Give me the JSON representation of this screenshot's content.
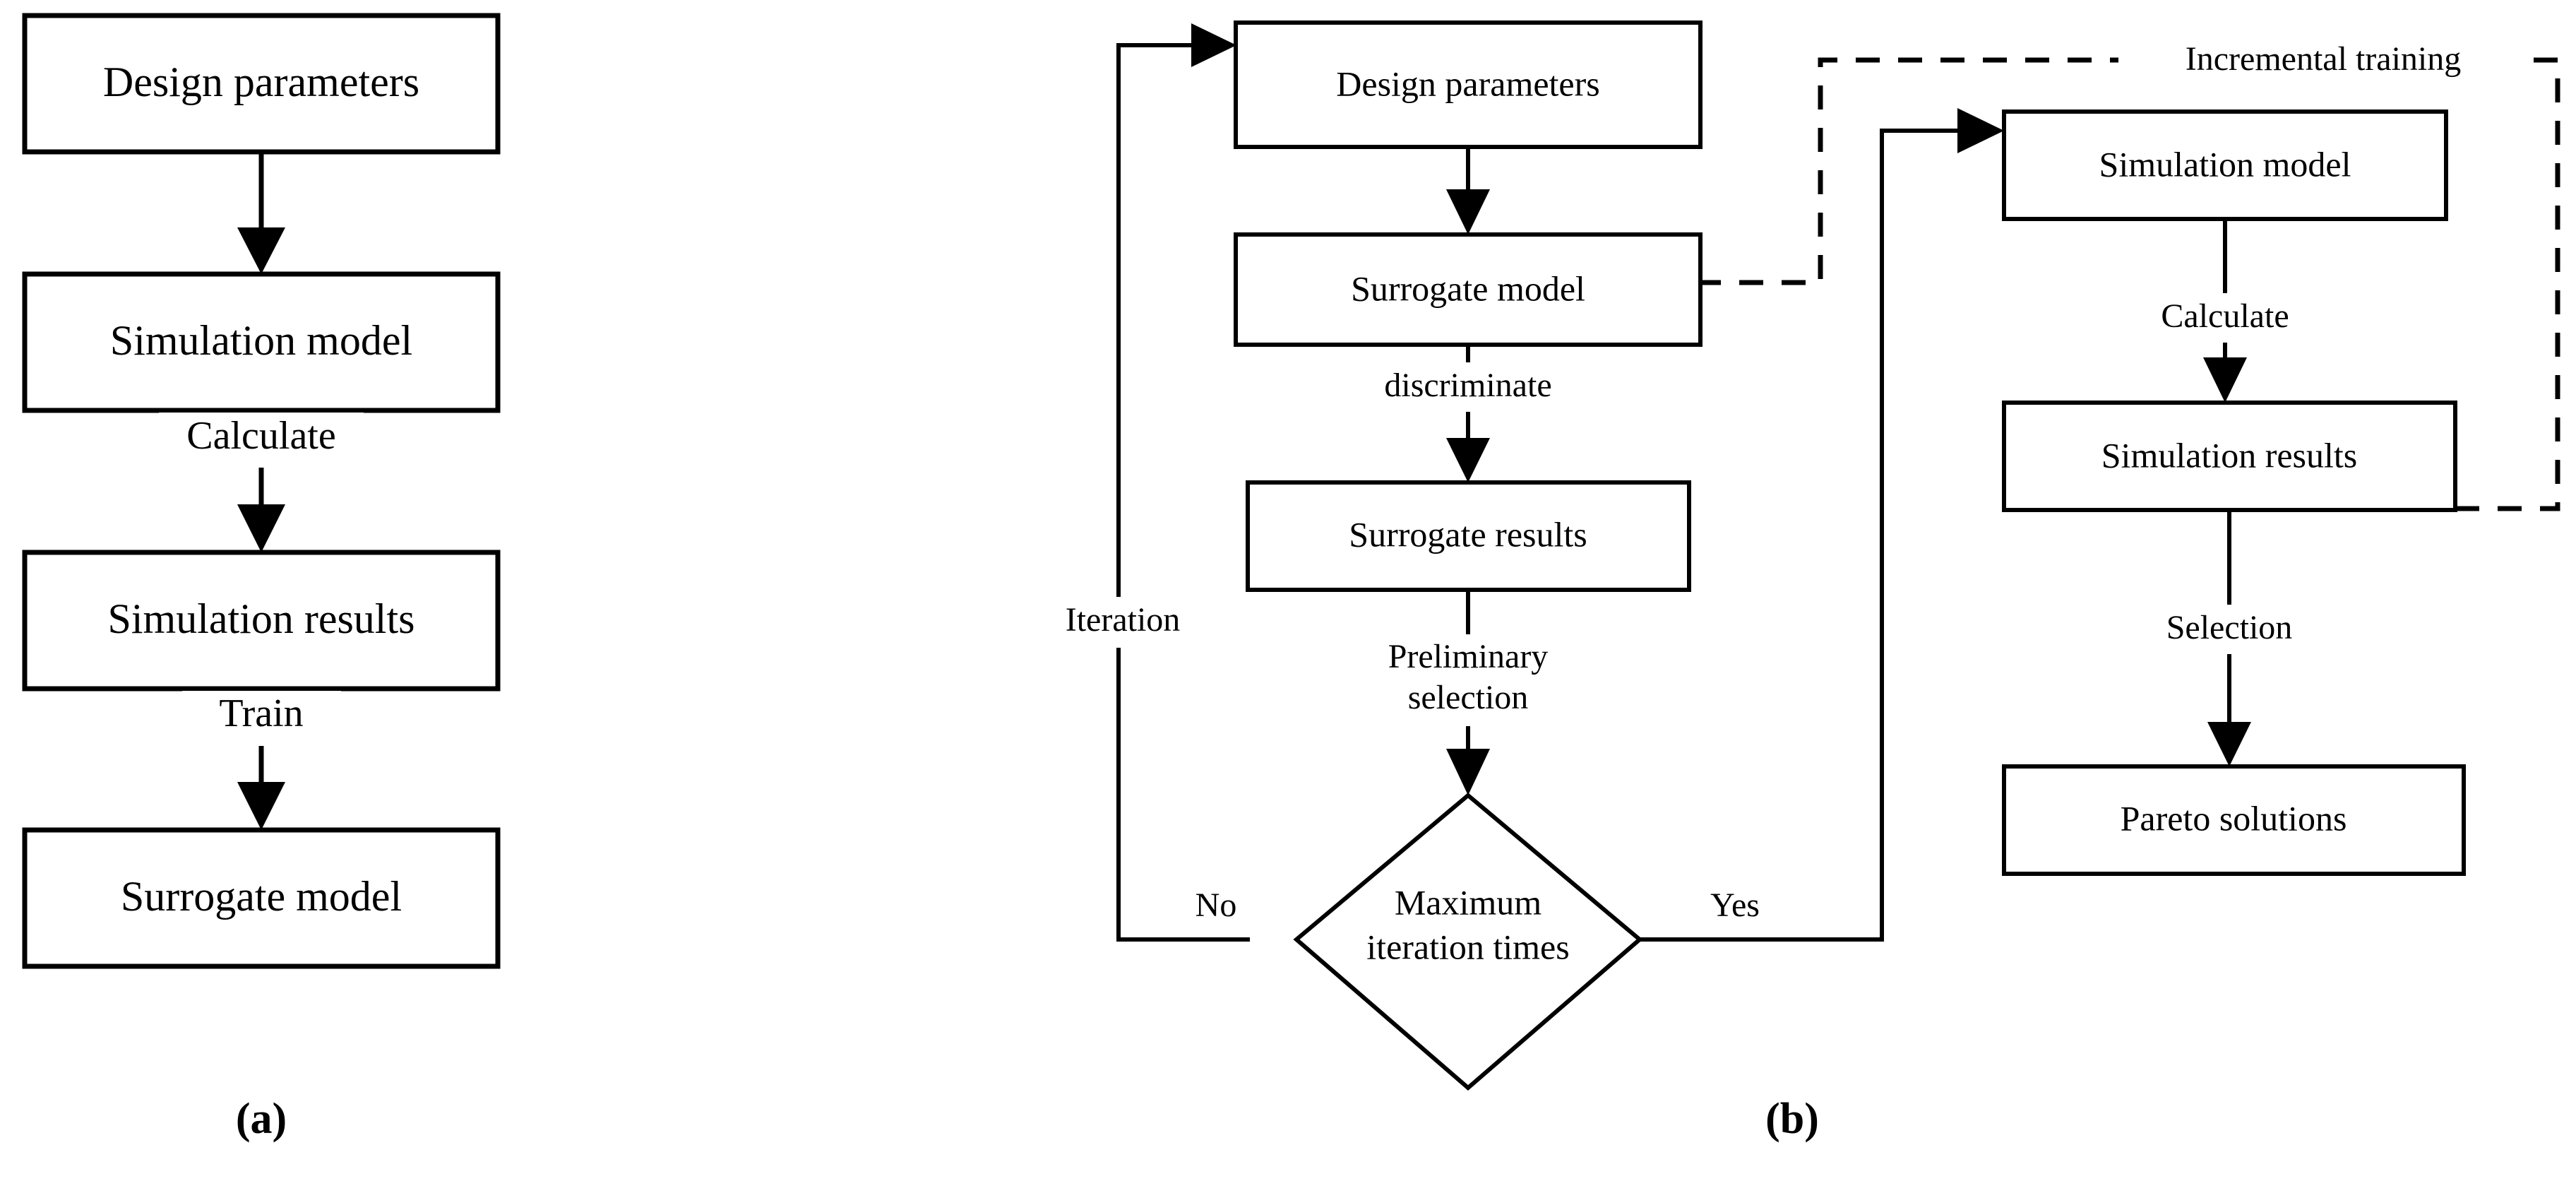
{
  "figure": {
    "background_color": "#ffffff",
    "stroke_color": "#000000",
    "panels": [
      {
        "id": "a",
        "caption": "(a)",
        "description": "Surrogate model construction flow"
      },
      {
        "id": "b",
        "caption": "(b)",
        "description": "Surrogate-assisted optimization flow with incremental training"
      }
    ]
  },
  "panel_a": {
    "caption": "(a)",
    "nodes": [
      {
        "id": "design-parameters",
        "label": "Design parameters"
      },
      {
        "id": "simulation-model",
        "label": "Simulation model"
      },
      {
        "id": "simulation-results",
        "label": "Simulation results"
      },
      {
        "id": "surrogate-model",
        "label": "Surrogate model"
      }
    ],
    "edge_labels": [
      {
        "id": "calculate",
        "label": "Calculate",
        "from": "simulation-model",
        "to": "simulation-results"
      },
      {
        "id": "train",
        "label": "Train",
        "from": "simulation-results",
        "to": "surrogate-model"
      }
    ],
    "unlabeled_edges": [
      {
        "from": "design-parameters",
        "to": "simulation-model"
      }
    ]
  },
  "panel_b": {
    "caption": "(b)",
    "nodes": [
      {
        "id": "design-parameters",
        "label": "Design parameters",
        "shape": "rect"
      },
      {
        "id": "surrogate-model",
        "label": "Surrogate model",
        "shape": "rect"
      },
      {
        "id": "surrogate-results",
        "label": "Surrogate results",
        "shape": "rect"
      },
      {
        "id": "max-iteration-decision",
        "label_line1": "Maximum",
        "label_line2": "iteration times",
        "shape": "diamond"
      },
      {
        "id": "simulation-model",
        "label": "Simulation model",
        "shape": "rect"
      },
      {
        "id": "simulation-results",
        "label": "Simulation results",
        "shape": "rect"
      },
      {
        "id": "pareto-solutions",
        "label": "Pareto solutions",
        "shape": "rect"
      }
    ],
    "edge_labels": [
      {
        "id": "discriminate",
        "label": "discriminate",
        "from": "surrogate-model",
        "to": "surrogate-results"
      },
      {
        "id": "preliminary-selection-line1",
        "label": "Preliminary",
        "from": "surrogate-results",
        "to": "max-iteration-decision"
      },
      {
        "id": "preliminary-selection-line2",
        "label": "selection",
        "from": "surrogate-results",
        "to": "max-iteration-decision"
      },
      {
        "id": "iteration",
        "label": "Iteration",
        "from": "max-iteration-decision",
        "to": "design-parameters"
      },
      {
        "id": "decision-no",
        "label": "No",
        "from": "max-iteration-decision",
        "to": "design-parameters"
      },
      {
        "id": "decision-yes",
        "label": "Yes",
        "from": "max-iteration-decision",
        "to": "simulation-model"
      },
      {
        "id": "calculate",
        "label": "Calculate",
        "from": "simulation-model",
        "to": "simulation-results"
      },
      {
        "id": "selection",
        "label": "Selection",
        "from": "simulation-results",
        "to": "pareto-solutions"
      },
      {
        "id": "incremental-training",
        "label": "Incremental training",
        "from": "simulation-results",
        "to": "surrogate-model",
        "style": "dashed"
      }
    ]
  }
}
